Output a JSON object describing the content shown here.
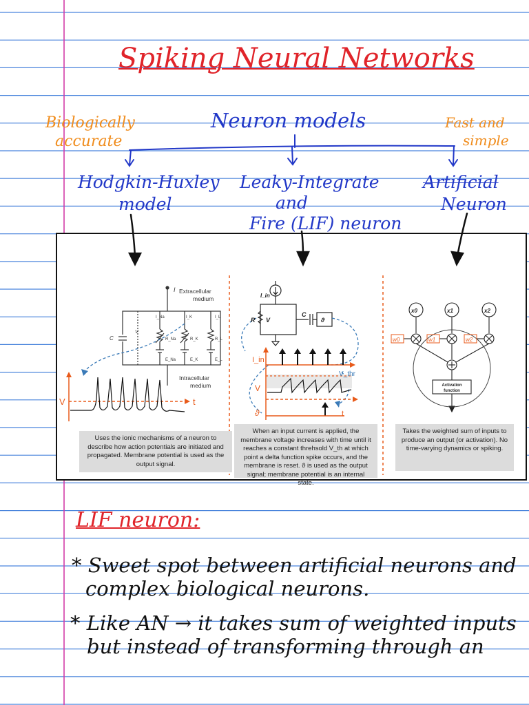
{
  "title": "Spiking Neural Networks",
  "neuron_models": "Neuron models",
  "bio_line1": "Biologically",
  "bio_line2": "accurate",
  "fast_line1": "Fast and",
  "fast_line2": "simple",
  "hh_line1": "Hodgkin-Huxley",
  "hh_line2": "model",
  "lif_line1": "Leaky-Integrate",
  "lif_line2": "and",
  "lif_line3": "Fire (LIF) neuron",
  "an_line1": "Artificial",
  "an_line2": "Neuron",
  "fig1": {
    "extracellular1": "Extracellular",
    "extracellular2": "medium",
    "intracellular1": "Intracellular",
    "intracellular2": "medium",
    "current_i": "I",
    "i_na": "I_Na",
    "i_k": "I_K",
    "i_l": "I_L",
    "r_na": "R_Na",
    "r_k": "R_K",
    "r_l": "R_L",
    "e_na": "E_Na",
    "e_k": "E_K",
    "e_l": "E_L",
    "cap_c": "C",
    "v_label": "V",
    "axis_v": "V",
    "axis_t": "t",
    "caption": "Uses the ionic mechanisms of a neuron to describe how action potentials are initiated and propagated. Membrane potential is used as the output signal."
  },
  "fig2": {
    "i_in": "I_in",
    "r": "R",
    "v": "V",
    "c": "C",
    "theta": "ϑ",
    "axis_iin": "I_in",
    "axis_v": "V",
    "axis_theta": "ϑ",
    "v_thr": "V_thr",
    "axis_t": "t",
    "caption": "When an input current is applied, the membrane voltage increases with time until it reaches a constant threhsold V_th at which point a delta function spike occurs, and the membrane is reset. ϑ is used as the output signal; membrane potential is an internal state."
  },
  "fig3": {
    "x0": "x0",
    "x1": "x1",
    "x2": "x2",
    "w0": "w0",
    "w1": "w1",
    "w2": "w2",
    "activation1": "Activation",
    "activation2": "function",
    "caption": "Takes the weighted sum of inputs to produce an output (or activation). No time-varying dynamics or spiking."
  },
  "lif_title": "LIF neuron:",
  "bullet1_line1": "* Sweet spot between artificial neurons and",
  "bullet1_line2": "complex biological neurons.",
  "bullet2_line1": "* Like AN → it takes sum of weighted inputs",
  "bullet2_line2": "but instead of transforming through an",
  "colors": {
    "ruling": "#2a6fd6",
    "margin": "#d23aa6",
    "red": "#e0242a",
    "orange": "#f08c1c",
    "blue": "#2238c8",
    "diagram_orange": "#e85a1a",
    "diagram_blue": "#3b7bb8"
  }
}
